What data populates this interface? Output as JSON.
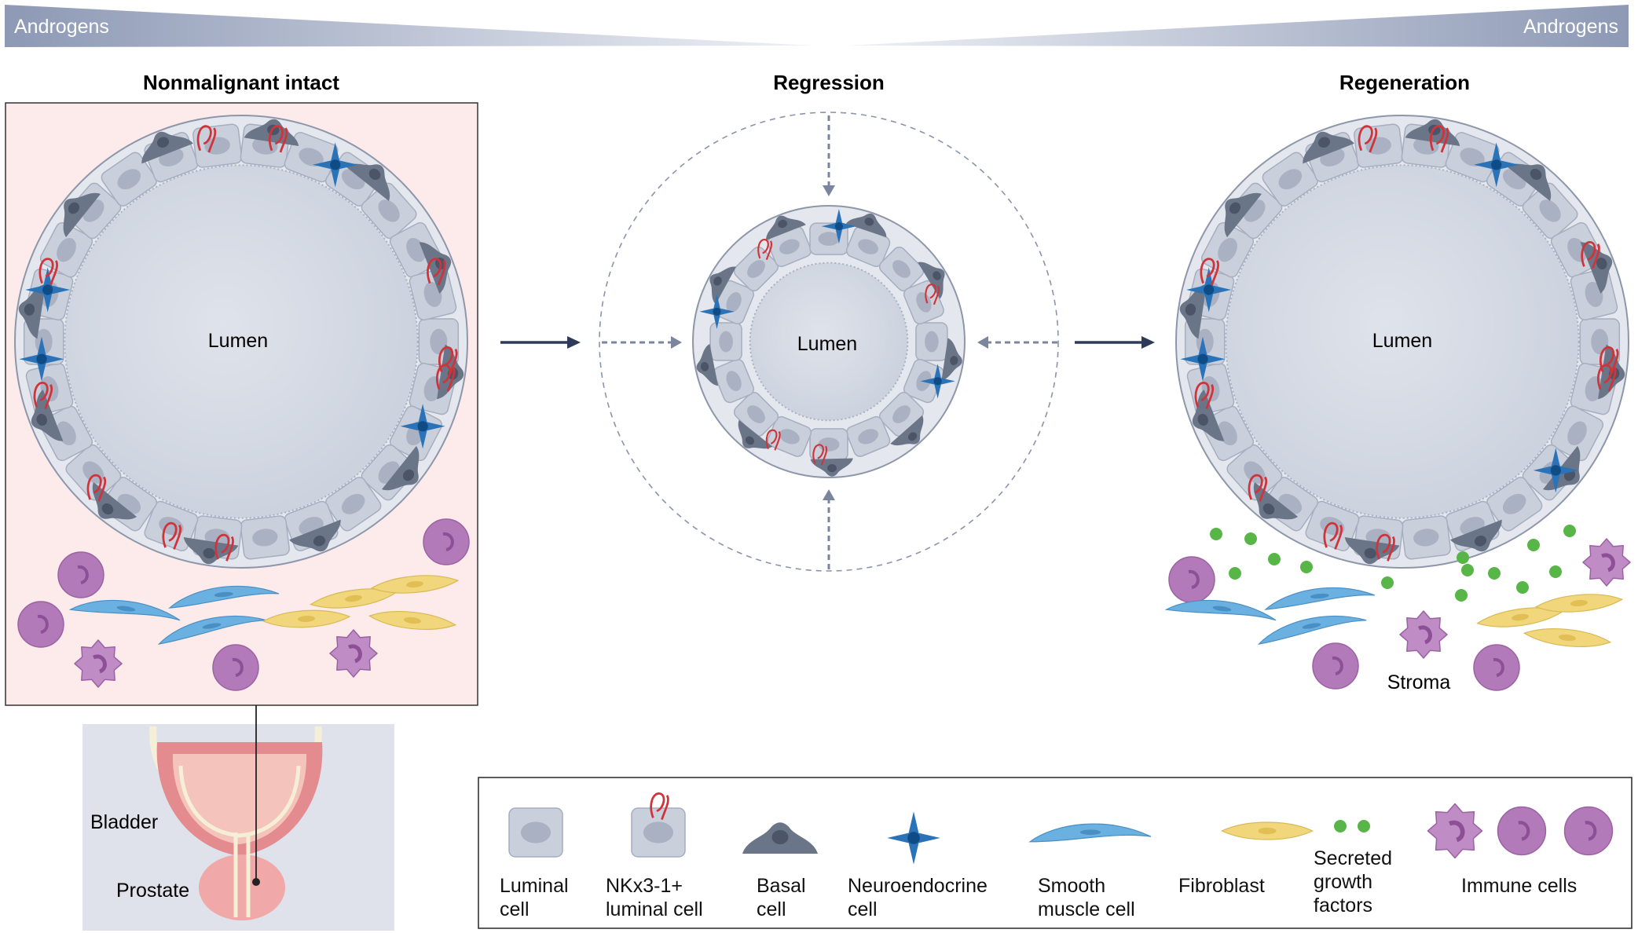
{
  "androgens": {
    "left_label": "Androgens",
    "right_label": "Androgens"
  },
  "panels": {
    "intact": {
      "title": "Nonmalignant intact",
      "lumen": "Lumen"
    },
    "regression": {
      "title": "Regression",
      "lumen": "Lumen"
    },
    "regeneration": {
      "title": "Regeneration",
      "lumen": "Lumen",
      "stroma": "Stroma"
    }
  },
  "anatomy": {
    "bladder": "Bladder",
    "prostate": "Prostate"
  },
  "legend": [
    {
      "id": "luminal",
      "line1": "Luminal",
      "line2": "cell",
      "line3": ""
    },
    {
      "id": "nkx",
      "line1": "NKx3-1+",
      "line2": "luminal cell",
      "line3": ""
    },
    {
      "id": "basal",
      "line1": "Basal",
      "line2": "cell",
      "line3": ""
    },
    {
      "id": "neuro",
      "line1": "Neuroendocrine",
      "line2": "cell",
      "line3": ""
    },
    {
      "id": "smooth",
      "line1": "Smooth",
      "line2": "muscle cell",
      "line3": ""
    },
    {
      "id": "fibro",
      "line1": "Fibroblast",
      "line2": "",
      "line3": ""
    },
    {
      "id": "secreted",
      "line1": "Secreted",
      "line2": "growth",
      "line3": "factors"
    },
    {
      "id": "immune",
      "line1": "Immune cells",
      "line2": "",
      "line3": ""
    }
  ],
  "colors": {
    "gradient": "#8d99b5",
    "panel_bg": "#fcebea",
    "lumen": "#d4d9e4",
    "luminal_cell": "#c9cfdb",
    "basal_cell": "#6b7588",
    "neuroendocrine": "#2a73b8",
    "nkx_marker": "#d0343a",
    "smooth_muscle": "#6ab0e0",
    "fibroblast": "#f2d67c",
    "immune": "#b27ab8",
    "growth_factor": "#58b648",
    "arrow": "#2e3a59",
    "dashed": "#7a869e"
  }
}
